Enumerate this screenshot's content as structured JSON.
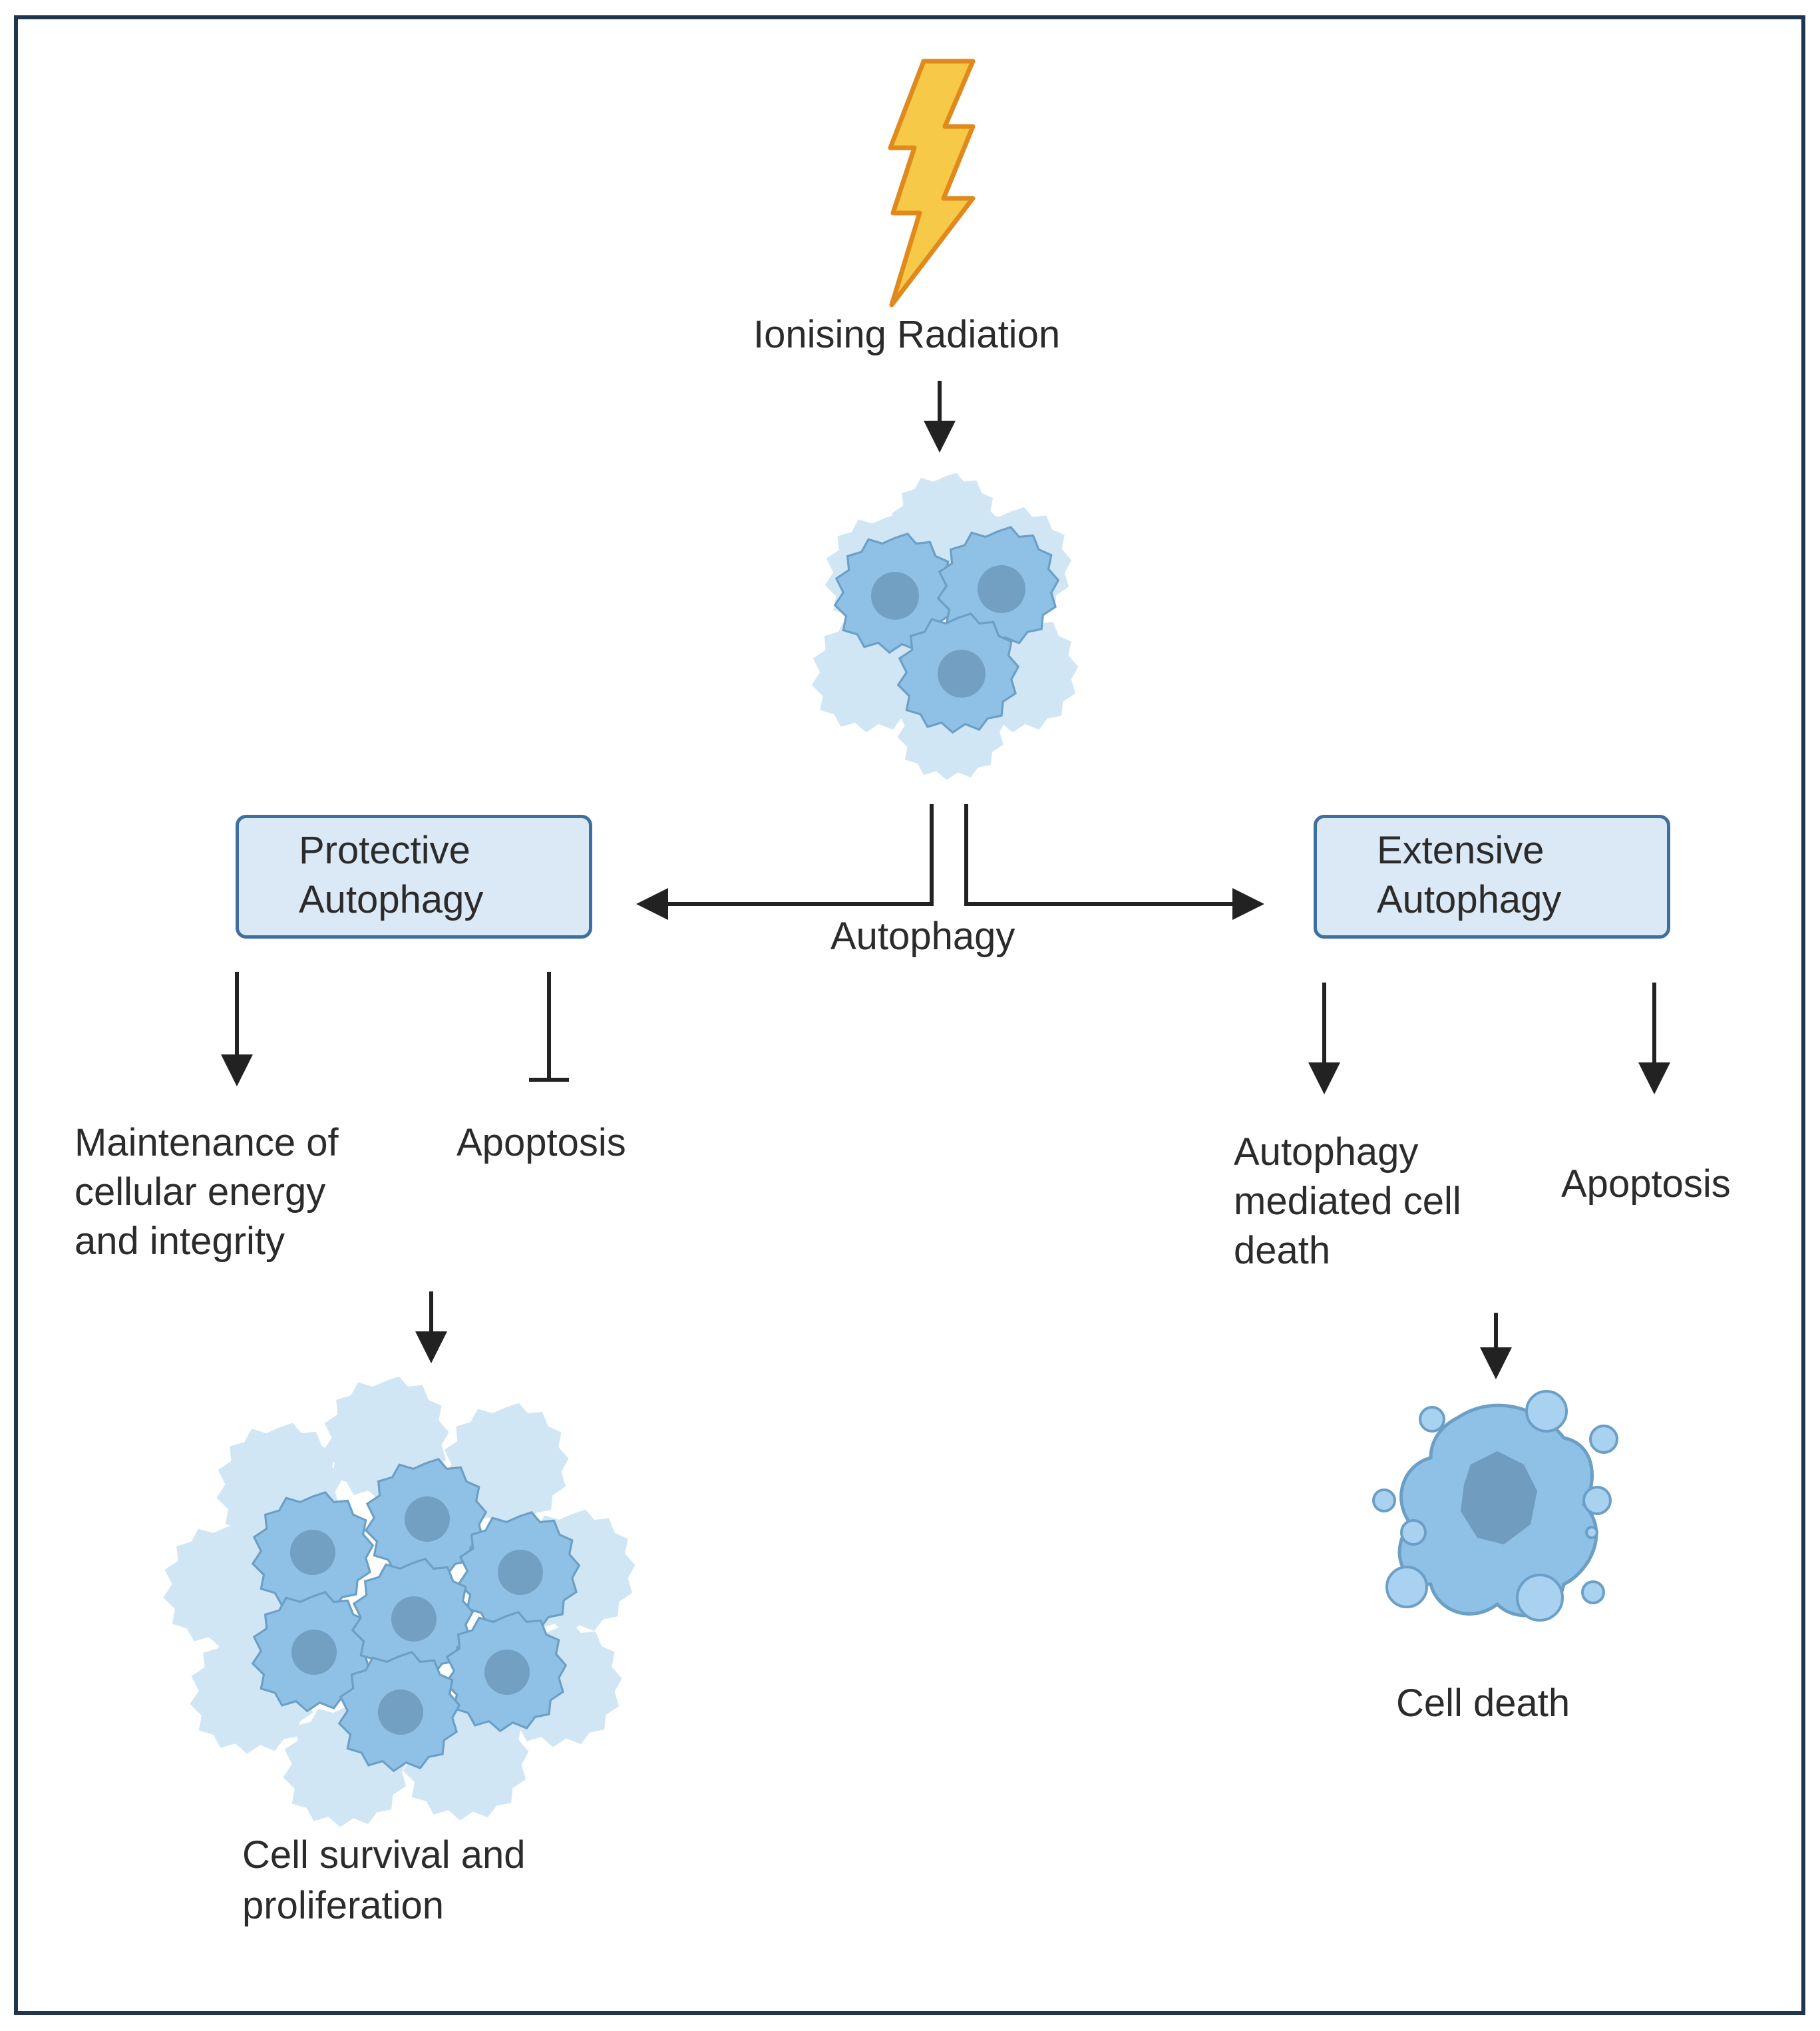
{
  "source": {
    "label": "Ionising Radiation",
    "icon": "lightning-bolt-icon"
  },
  "center": {
    "icon": "cell-cluster-icon",
    "label": "Autophagy"
  },
  "left": {
    "box_line1": "Protective",
    "box_line2": "Autophagy",
    "outcome1": [
      "Maintenance of",
      "cellular energy",
      "and integrity"
    ],
    "outcome2": "Apoptosis",
    "result": [
      "Cell survival and",
      "proliferation"
    ]
  },
  "right": {
    "box_line1": "Extensive",
    "box_line2": "Autophagy",
    "outcome1": [
      "Autophagy",
      "mediated cell",
      "death"
    ],
    "outcome2": "Apoptosis",
    "result": "Cell death"
  },
  "colors": {
    "border": "#1f3550",
    "box_border": "#3f6f9e",
    "box_fill": "#dbe9f6",
    "cell_fill": "#8fc0e6",
    "cell_nucleus": "#6f9cbf",
    "bolt_fill": "#f7c948",
    "bolt_stroke": "#e08a1e",
    "arrow": "#222222",
    "text": "#2b2b2b"
  }
}
